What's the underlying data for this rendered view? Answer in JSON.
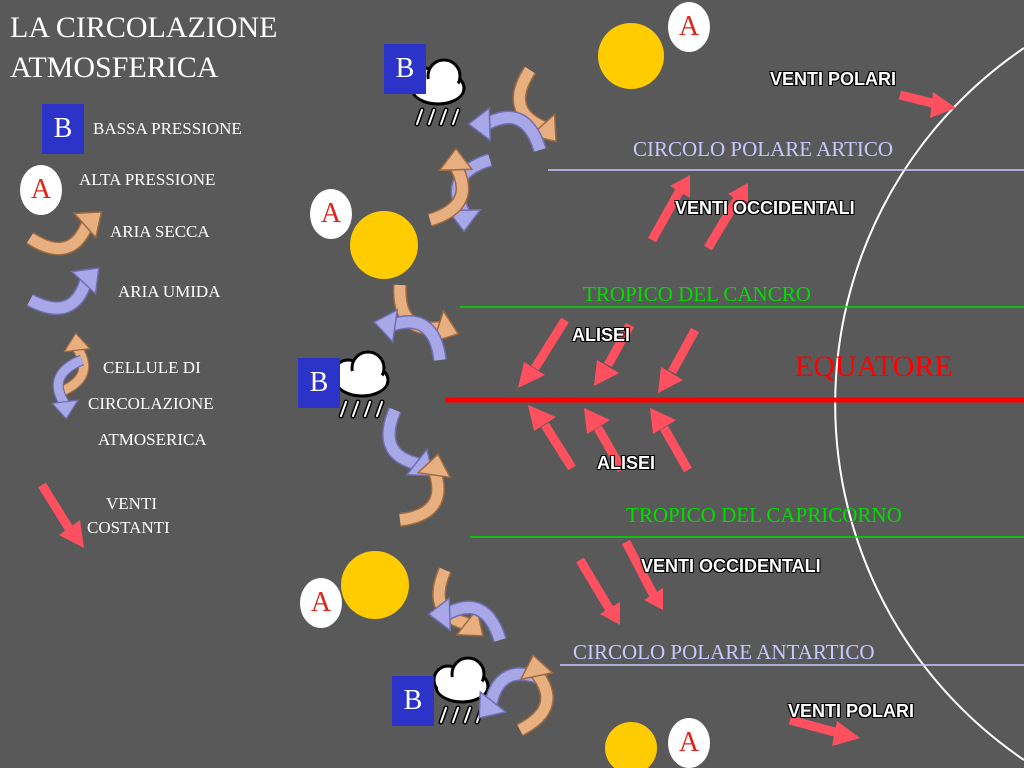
{
  "title_line1": "LA CIRCOLAZIONE",
  "title_line2": "ATMOSFERICA",
  "legend": {
    "b_letter": "B",
    "bassa": "BASSA PRESSIONE",
    "a_letter": "A",
    "alta": "ALTA PRESSIONE",
    "secca": "ARIA SECCA",
    "umida": "ARIA UMIDA",
    "celle1": "CELLULE  DI",
    "celle2": "CIRCOLAZIONE",
    "celle3": "ATMOSERICA",
    "venti1": "VENTI",
    "venti2": "COSTANTI"
  },
  "labels": {
    "circolo_artico": "CIRCOLO POLARE ARTICO",
    "tropico_cancro": "TROPICO DEL CANCRO",
    "equatore": "EQUATORE",
    "tropico_capricorno": "TROPICO DEL CAPRICORNO",
    "circolo_antartico": "CIRCOLO POLARE ANTARTICO"
  },
  "winds": {
    "polari_n": "VENTI POLARI",
    "occ_n": "VENTI OCCIDENTALI",
    "alisei_n": "ALISEI",
    "alisei_s": "ALISEI",
    "occ_s": "VENTI OCCIDENTALI",
    "polari_s": "VENTI POLARI"
  },
  "pressure_markers": {
    "a": "A",
    "b": "B"
  },
  "colors": {
    "background": "#595959",
    "low_pressure_box": "#2b33c8",
    "high_pressure_letter": "#e2231a",
    "sun": "#ffcc00",
    "wind_arrow": "#ff5060",
    "dry_air": "#e8b080",
    "humid_air": "#a8a8e8",
    "equator_line": "#ff0000",
    "tropic_lines": "#00dd00",
    "polar_lines": "#c8c8ff"
  }
}
